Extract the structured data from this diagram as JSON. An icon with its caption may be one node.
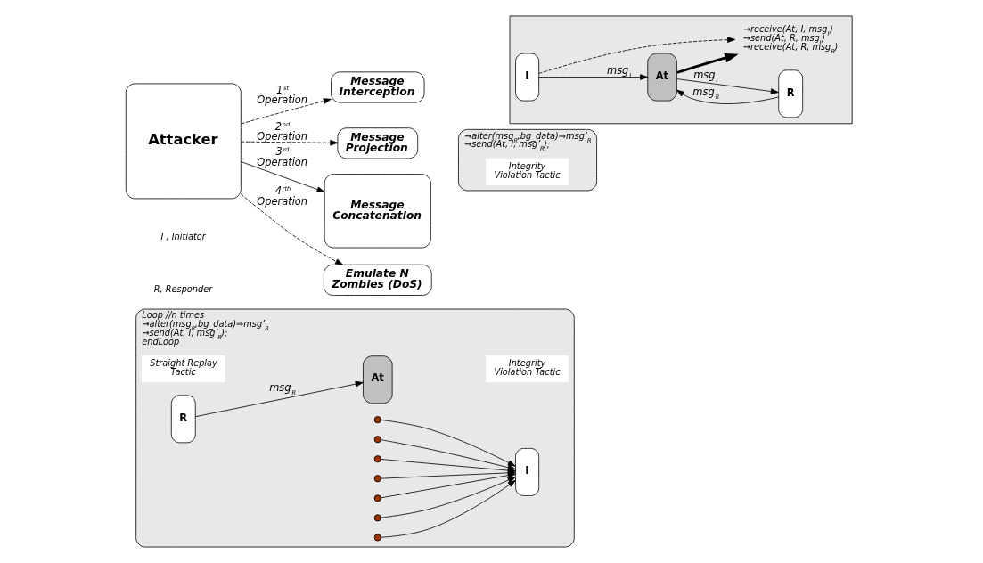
{
  "diagram": {
    "nodes": [
      {
        "text": [
          "Attacker"
        ]
      },
      {
        "text": [
          "Message Interception"
        ]
      },
      {
        "text": [
          "Message Projection"
        ]
      },
      {
        "text": [
          "Message Concatenation"
        ]
      },
      {
        "text": [
          "Emulate N Zombies (DoS)"
        ]
      },
      {
        "text": [],
        "shape": "box"
      },
      {
        "text": [
          "I"
        ],
        "in": 5
      },
      {
        "text": [
          "At"
        ],
        "in": 5
      },
      {
        "text": [
          "R"
        ],
        "in": 5
      },
      {
        "text": [
          "→receive(At, I, msg$_{I}$)",
          "→send(At, R, msg$_{I}$)",
          "→receive(At, R, msg$_{R}$)"
        ],
        "in": 5
      },
      {
        "text": [
          "→alter(msg$_{R}$,bg_data)⇒msg’$_{R}$",
          "→send(At, I, msg’$_{R}$);"
        ]
      },
      {
        "text": [
          "Integrity Violation Tactic"
        ],
        "in": 10
      },
      {
        "text": [
          "Loop //n times",
          "→alter(msg$_{R}$,bg_data)⇒msg’$_{R}$",
          "→send(At, I, msg’$_{R}$);",
          "endLoop"
        ]
      },
      {
        "text": [
          "Integrity Violation Tactic"
        ],
        "in": 12
      },
      {
        "text": [
          "Straight Replay Tactic"
        ],
        "in": 12
      },
      {
        "text": [
          "I"
        ],
        "in": 12
      },
      {
        "text": [
          "At"
        ],
        "in": 12
      },
      {
        "text": [
          "R"
        ],
        "in": 12
      },
      {
        "text": [],
        "shape": "circle",
        "in": 12
      },
      {
        "text": [],
        "shape": "circle",
        "in": 12
      },
      {
        "text": [],
        "shape": "circle",
        "in": 12
      },
      {
        "text": [],
        "shape": "circle",
        "in": 12
      },
      {
        "text": [],
        "shape": "circle",
        "in": 12
      },
      {
        "text": [],
        "shape": "circle",
        "in": 12
      },
      {
        "text": [],
        "shape": "circle",
        "in": 12
      }
    ],
    "edges": [
      {
        "from": 0,
        "to": 1,
        "arrow": "to",
        "style": "dashed",
        "label": "1$^{st}$ Operation"
      },
      {
        "from": 0,
        "to": 2,
        "arrow": "to",
        "style": "dashed",
        "label": "2$^{nd}$ Operation"
      },
      {
        "from": 0,
        "to": 3,
        "arrow": "to",
        "label": "3$^{rd}$ Operation"
      },
      {
        "from": 0,
        "to": 4,
        "arrow": "to",
        "style": "dashed",
        "label": "4$^{rth}$ Operation"
      },
      {
        "from": 6,
        "to": 7,
        "arrow": "to",
        "label": "msg$_{I}$"
      },
      {
        "from": 7,
        "to": 8,
        "arrow": "to",
        "label": "msg$_{I}$"
      },
      {
        "from": 8,
        "to": 7,
        "arrow": "to",
        "label": "msg$_{R}$"
      },
      {
        "from": 7,
        "to": 9,
        "arrow": "to",
        "style": "thick"
      },
      {
        "from": 6,
        "to": 9,
        "arrow": "to",
        "style": "dashed"
      },
      {
        "from": 17,
        "to": 16,
        "arrow": "to",
        "label": "msg$_{R}$"
      },
      {
        "from": 18,
        "to": 15,
        "arrow": "to"
      },
      {
        "from": 19,
        "to": 15,
        "arrow": "to"
      },
      {
        "from": 20,
        "to": 15,
        "arrow": "to"
      },
      {
        "from": 21,
        "to": 15,
        "arrow": "to"
      },
      {
        "from": 22,
        "to": 15,
        "arrow": "to"
      },
      {
        "from": 23,
        "to": 15,
        "arrow": "to"
      },
      {
        "from": 24,
        "to": 15,
        "arrow": "to"
      }
    ],
    "labels": [
      "I , Initiator",
      "R, Responder"
    ]
  }
}
